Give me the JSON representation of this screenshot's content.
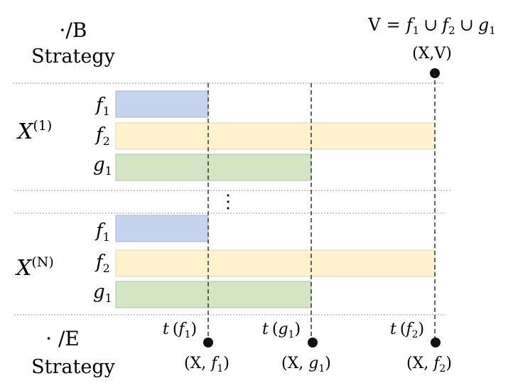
{
  "header_top": {
    "line1": "·/B",
    "line2": "Strategy"
  },
  "header_bottom": {
    "line1": "· /E",
    "line2": "Strategy"
  },
  "union_label": {
    "v": "V",
    "eq": "=",
    "f": "f",
    "g": "g",
    "sub1": "1",
    "sub2": "2",
    "cup": "∪"
  },
  "point_top": "(X,V)",
  "groups": [
    {
      "id": "x1",
      "var": "X",
      "sup": "(1)"
    },
    {
      "id": "xn",
      "var": "X",
      "sup": "(N)"
    }
  ],
  "bar_labels": [
    {
      "name": "f",
      "sub": "1"
    },
    {
      "name": "f",
      "sub": "2"
    },
    {
      "name": "g",
      "sub": "1"
    }
  ],
  "ellipsis": "⋮",
  "time_labels": [
    {
      "t": "t",
      "open": "(",
      "fn": "f",
      "sub": "1",
      "close": ")"
    },
    {
      "t": "t",
      "open": "(",
      "fn": "g",
      "sub": "1",
      "close": ")"
    },
    {
      "t": "t",
      "open": "(",
      "fn": "f",
      "sub": "2",
      "close": ")"
    }
  ],
  "point_labels": [
    {
      "prefix": "(X, ",
      "fn": "f",
      "sub": "1",
      "close": ")"
    },
    {
      "prefix": "(X, ",
      "fn": "g",
      "sub": "1",
      "close": ")"
    },
    {
      "prefix": "(X, ",
      "fn": "f",
      "sub": "2",
      "close": ")"
    }
  ],
  "colors": {
    "blue_fill": "#c5d3ec",
    "blue_stroke": "#a9b6d0",
    "yellow_fill": "#fff2cd",
    "yellow_stroke": "#e2d6b3",
    "green_fill": "#d3e5c2",
    "green_stroke": "#b1c3a0",
    "line": "#222222",
    "rule": "#999999"
  }
}
